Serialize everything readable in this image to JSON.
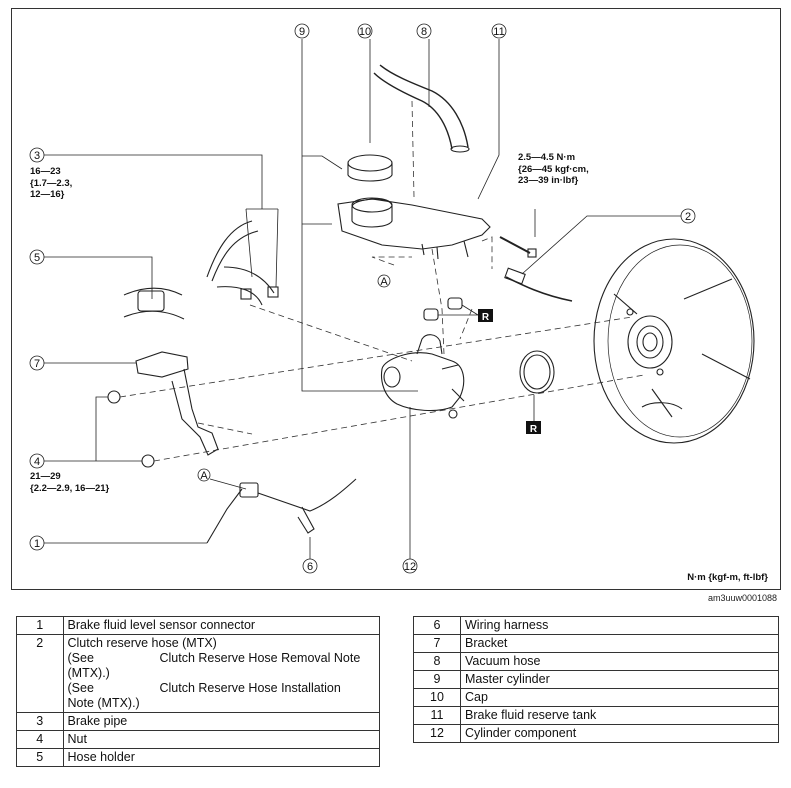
{
  "diagram": {
    "callouts": [
      "1",
      "2",
      "3",
      "4",
      "5",
      "6",
      "7",
      "8",
      "9",
      "10",
      "11",
      "12"
    ],
    "torque_3": {
      "line1": "16—23",
      "line2": "{1.7—2.3,",
      "line3": "12—16}"
    },
    "torque_4": {
      "line1": "21—29",
      "line2": "{2.2—2.9, 16—21}"
    },
    "torque_2": {
      "line1": "2.5—4.5 N·m",
      "line2": "{26—45 kgf·cm,",
      "line3": "23—39 in·lbf}"
    },
    "ref_letter": "A",
    "replace_badge": "R",
    "units_label": "N·m {kgf-m, ft-lbf}",
    "figure_id": "am3uuw0001088"
  },
  "parts_left": [
    {
      "no": "1",
      "name": "Brake fluid level sensor connector"
    },
    {
      "no": "2",
      "name": "Clutch reserve hose (MTX)",
      "note1_a": "(See",
      "note1_b": "Clutch Reserve Hose Removal Note",
      "note1_c": "(MTX).)",
      "note2_a": "(See",
      "note2_b": "Clutch Reserve Hose Installation",
      "note2_c": "Note (MTX).)"
    },
    {
      "no": "3",
      "name": "Brake pipe"
    },
    {
      "no": "4",
      "name": "Nut"
    },
    {
      "no": "5",
      "name": "Hose holder"
    }
  ],
  "parts_right": [
    {
      "no": "6",
      "name": "Wiring harness"
    },
    {
      "no": "7",
      "name": "Bracket"
    },
    {
      "no": "8",
      "name": "Vacuum hose"
    },
    {
      "no": "9",
      "name": "Master cylinder"
    },
    {
      "no": "10",
      "name": "Cap"
    },
    {
      "no": "11",
      "name": "Brake fluid reserve tank"
    },
    {
      "no": "12",
      "name": "Cylinder component"
    }
  ]
}
